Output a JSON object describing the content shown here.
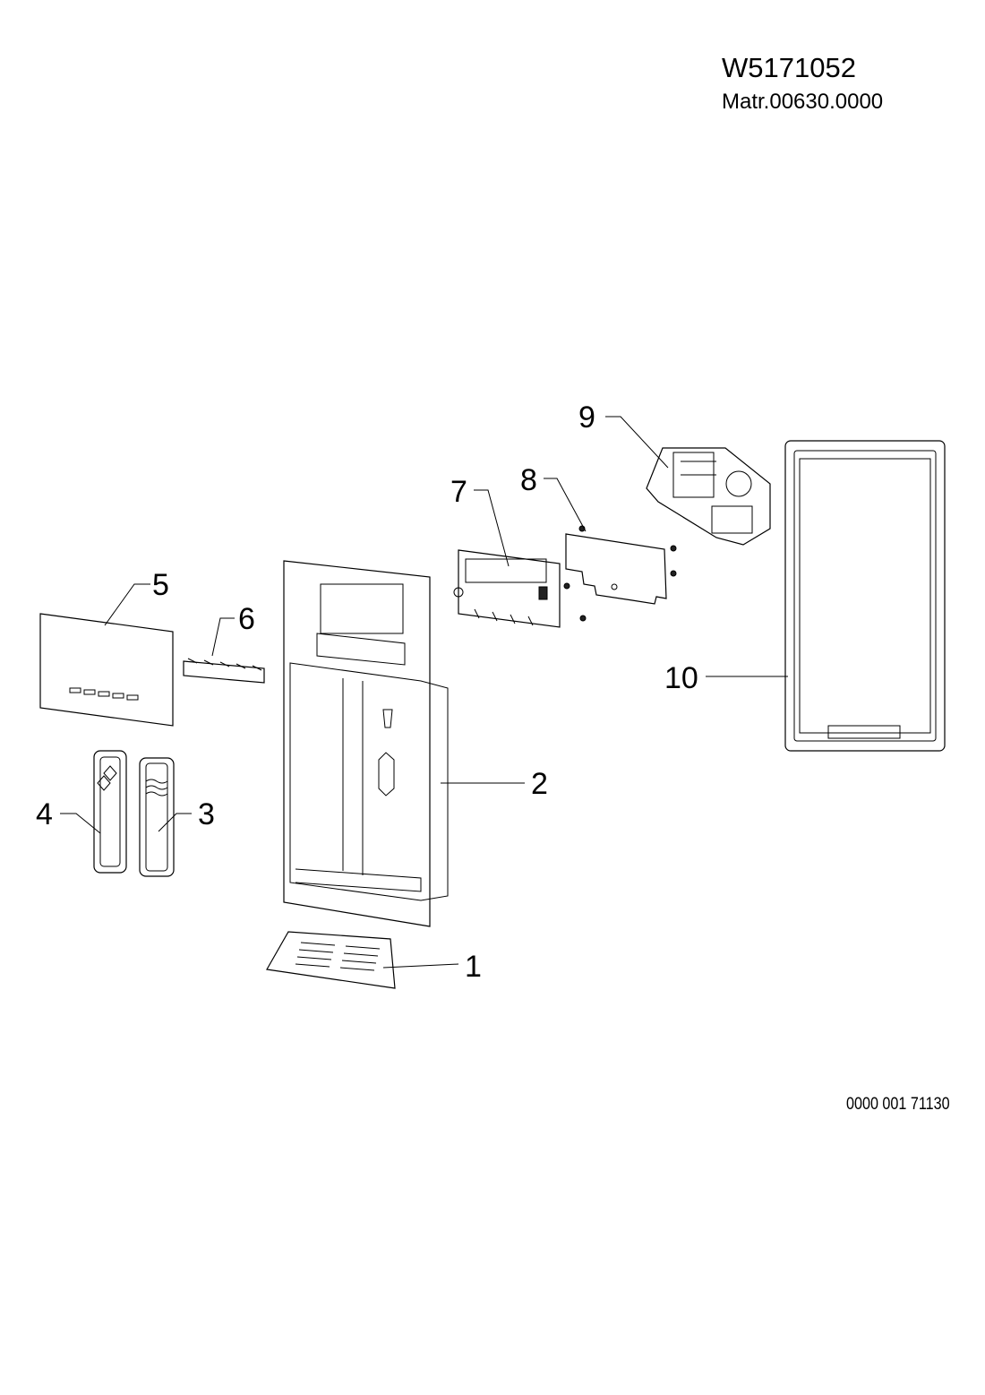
{
  "header": {
    "model_number": "W5171052",
    "material_number": "Matr.00630.0000"
  },
  "footer": {
    "document_number": "0000 001 71130"
  },
  "callouts": [
    "1",
    "2",
    "3",
    "4",
    "5",
    "6",
    "7",
    "8",
    "9",
    "10"
  ]
}
